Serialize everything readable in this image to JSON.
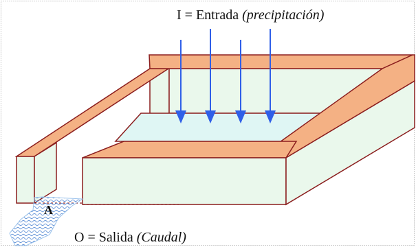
{
  "input_label": {
    "prefix": "I = Entrada ",
    "detail": "(precipitación)"
  },
  "output_label": {
    "prefix": "O = Salida ",
    "detail": "(Caudal)"
  },
  "point_label": "A",
  "colors": {
    "rim_top": "#f4b184",
    "outline": "#8b1e1e",
    "wall_face": "#eaf8ec",
    "water": "#dff6f4",
    "arrow": "#2f5fe8",
    "outflow": "#9cc3ec",
    "frame": "#9a9a9a"
  },
  "icons": {
    "rain_arrow": "down-arrow-icon",
    "outflow_arrow": "wavy-outflow-arrow-icon"
  }
}
